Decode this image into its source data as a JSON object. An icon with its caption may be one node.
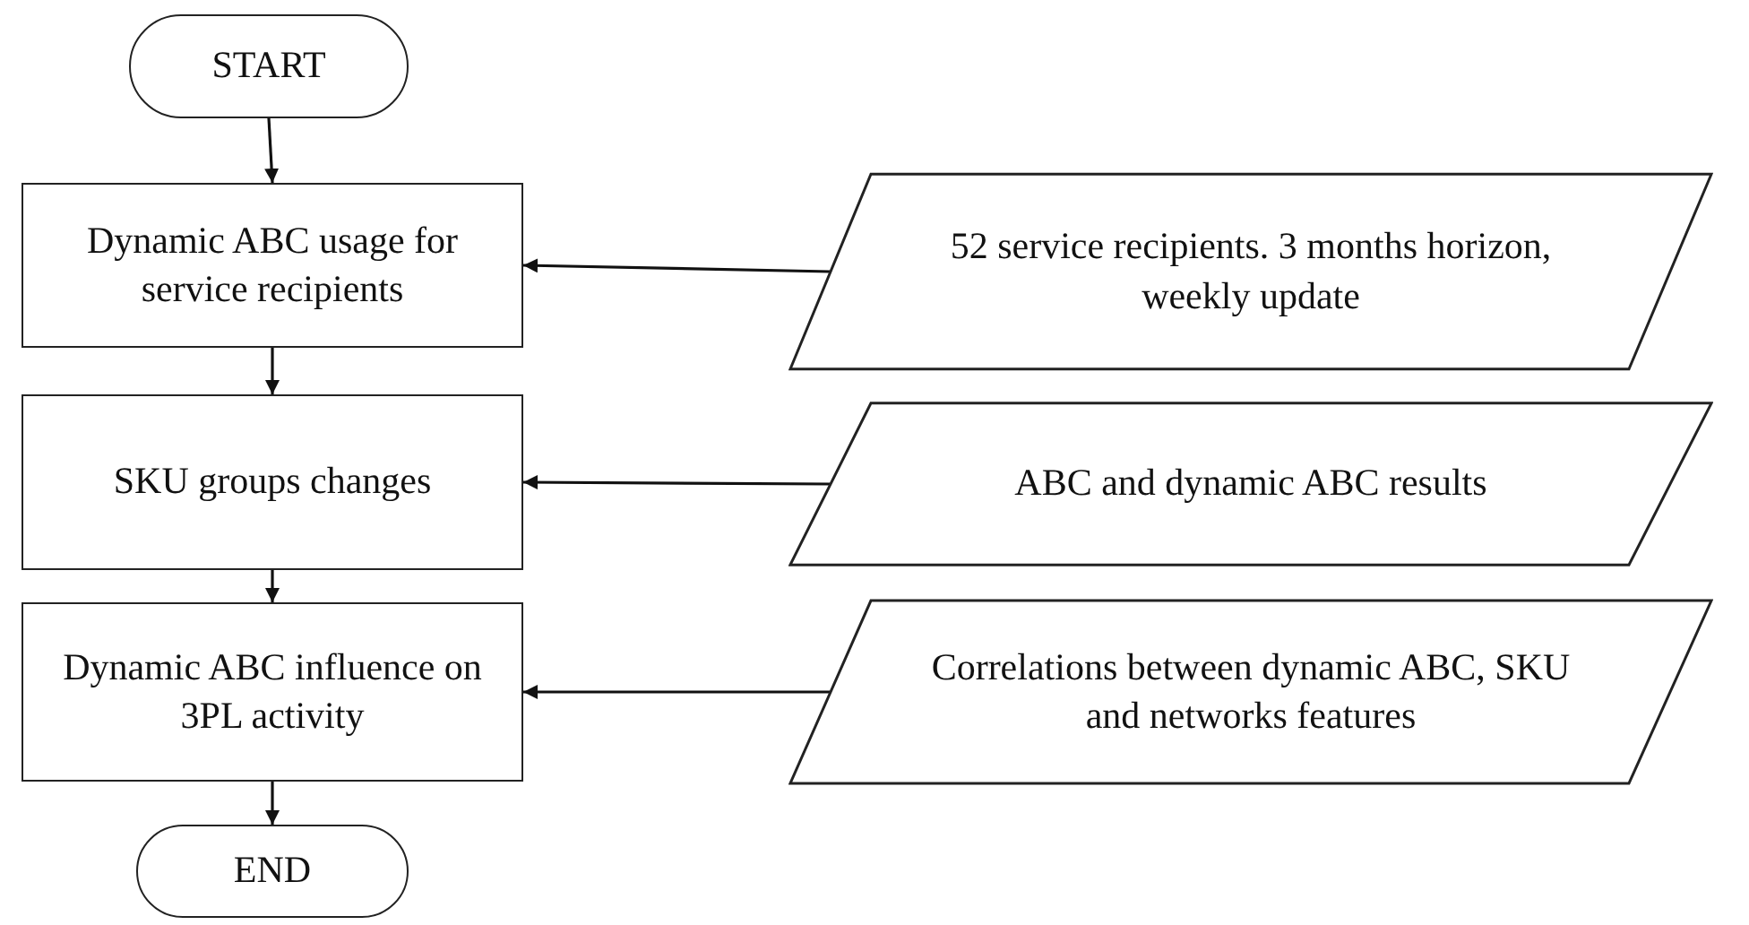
{
  "diagram": {
    "nodes": [
      {
        "text": [
          "START"
        ]
      },
      {
        "text": [
          "Dynamic ABC usage for service recipients"
        ]
      },
      {
        "text": [
          "52 service recipients. 3 months horizon, weekly update"
        ]
      },
      {
        "text": [
          "SKU groups changes"
        ]
      },
      {
        "text": [
          "ABC and dynamic ABC results"
        ]
      },
      {
        "text": [
          "Dynamic ABC influence on 3PL activity"
        ]
      },
      {
        "text": [
          "Correlations between dynamic ABC, SKU and networks features"
        ]
      },
      {
        "text": [
          "END"
        ]
      }
    ],
    "edges": [
      {
        "from": 0,
        "to": 1,
        "arrow": "to"
      },
      {
        "from": 2,
        "to": 1,
        "arrow": "to"
      },
      {
        "from": 1,
        "to": 3,
        "arrow": "to"
      },
      {
        "from": 4,
        "to": 3,
        "arrow": "to"
      },
      {
        "from": 3,
        "to": 5,
        "arrow": "to"
      },
      {
        "from": 6,
        "to": 5,
        "arrow": "to"
      },
      {
        "from": 5,
        "to": 7,
        "arrow": "to"
      }
    ]
  }
}
